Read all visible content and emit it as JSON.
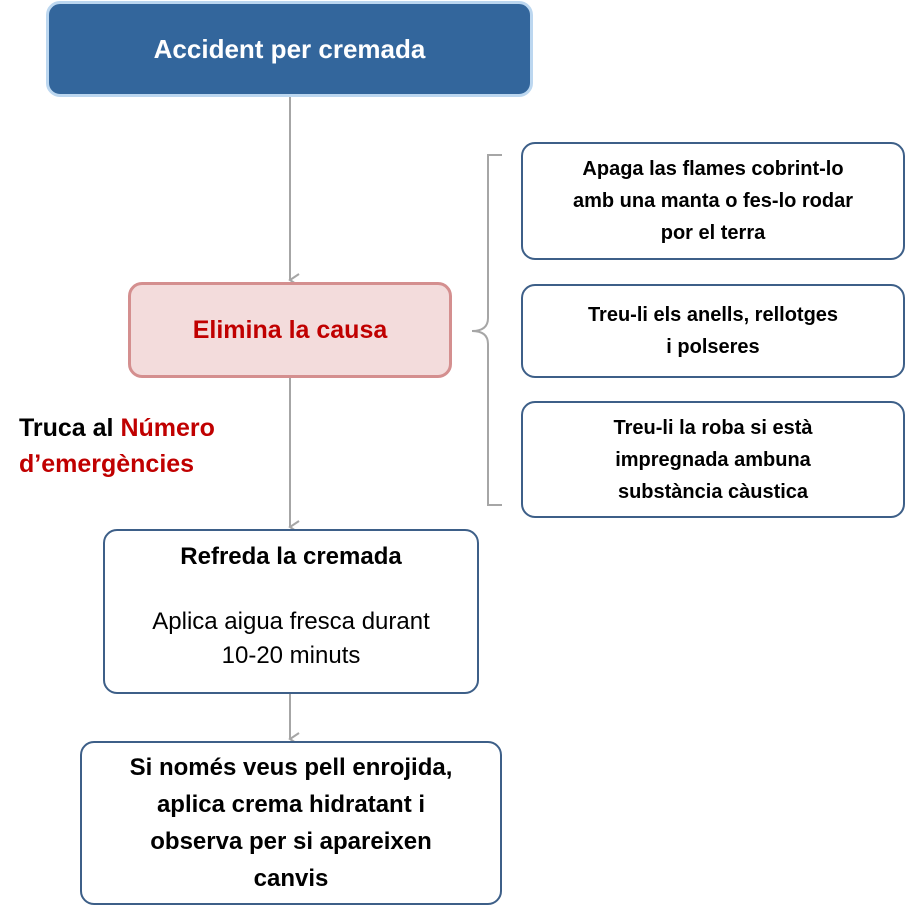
{
  "nodes": {
    "accident": "Accident per cremada",
    "elimina": "Elimina la causa",
    "apaga": [
      "Apaga las flames cobrint-lo",
      "amb una manta o fes-lo rodar",
      "por el terra"
    ],
    "treu_anells": [
      "Treu-li els anells, rellotges",
      "i polseres"
    ],
    "treu_roba": [
      "Treu-li la roba si està",
      "impregnada ambuna",
      "substància càustica"
    ],
    "refreda": {
      "title": "Refreda la cremada",
      "body": [
        "Aplica aigua fresca durant",
        "10-20 minuts"
      ]
    },
    "si_nomes": [
      "Si només veus pell enrojida,",
      "aplica crema hidratant i",
      "observa per si apareixen",
      "canvis"
    ]
  },
  "note": {
    "prefix": "Truca al ",
    "highlight_1": "Número",
    "highlight_2": "d’emergències"
  },
  "colors": {
    "header_fill": "#33669c",
    "header_border": "#bcd7f0",
    "accent_fill": "#f3dcdc",
    "accent_border": "#d48f8f",
    "accent_text": "#c00000",
    "box_border": "#3d5f88",
    "connector": "#a6a6a6"
  }
}
